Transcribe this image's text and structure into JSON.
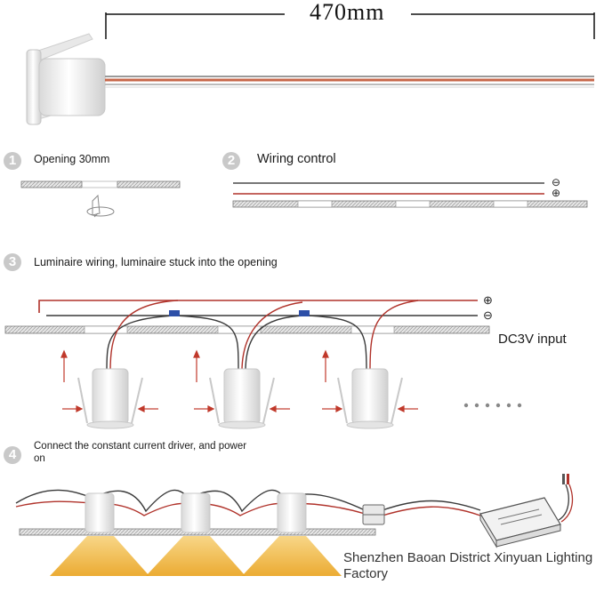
{
  "dimension_label": "470mm",
  "steps": [
    {
      "number": "1",
      "caption": "Opening 30mm"
    },
    {
      "number": "2",
      "caption": "Wiring control"
    },
    {
      "number": "3",
      "caption": "Luminaire wiring, luminaire stuck into the opening"
    },
    {
      "number": "4",
      "caption_line1": "Connect the constant current driver, and power",
      "caption_line2": "on"
    }
  ],
  "polarity": {
    "positive": "⊕",
    "negative": "⊖"
  },
  "power_input": "DC3V input",
  "factory_line1": "Shenzhen Baoan District Xinyuan Lighting",
  "factory_line2": "Factory",
  "colors": {
    "wire_red": "#b0322a",
    "wire_black": "#3a3a3a",
    "light_beam": "#f3b83a",
    "panel": "#c8c8c8"
  }
}
